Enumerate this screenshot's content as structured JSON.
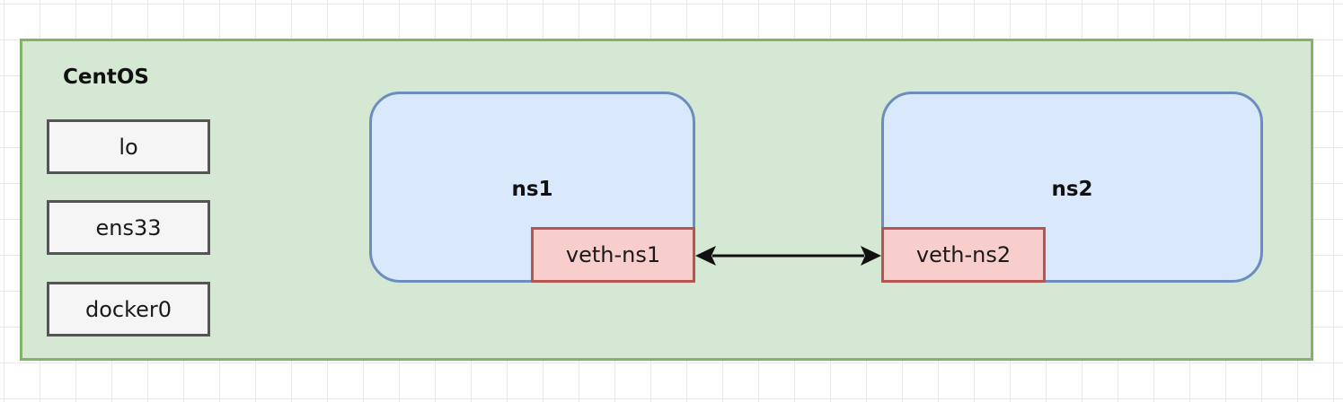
{
  "host": {
    "title": "CentOS",
    "interfaces": [
      "lo",
      "ens33",
      "docker0"
    ]
  },
  "namespaces": [
    {
      "name": "ns1",
      "veth": "veth-ns1"
    },
    {
      "name": "ns2",
      "veth": "veth-ns2"
    }
  ],
  "link": {
    "type": "bidirectional-arrow"
  },
  "colors": {
    "host_fill": "#d5e8d4",
    "host_border": "#82b366",
    "ns_fill": "#dae8fc",
    "ns_border": "#6c8ebf",
    "veth_fill": "#f8cecc",
    "veth_border": "#b85450",
    "iface_fill": "#f5f5f5",
    "iface_border": "#555555"
  }
}
